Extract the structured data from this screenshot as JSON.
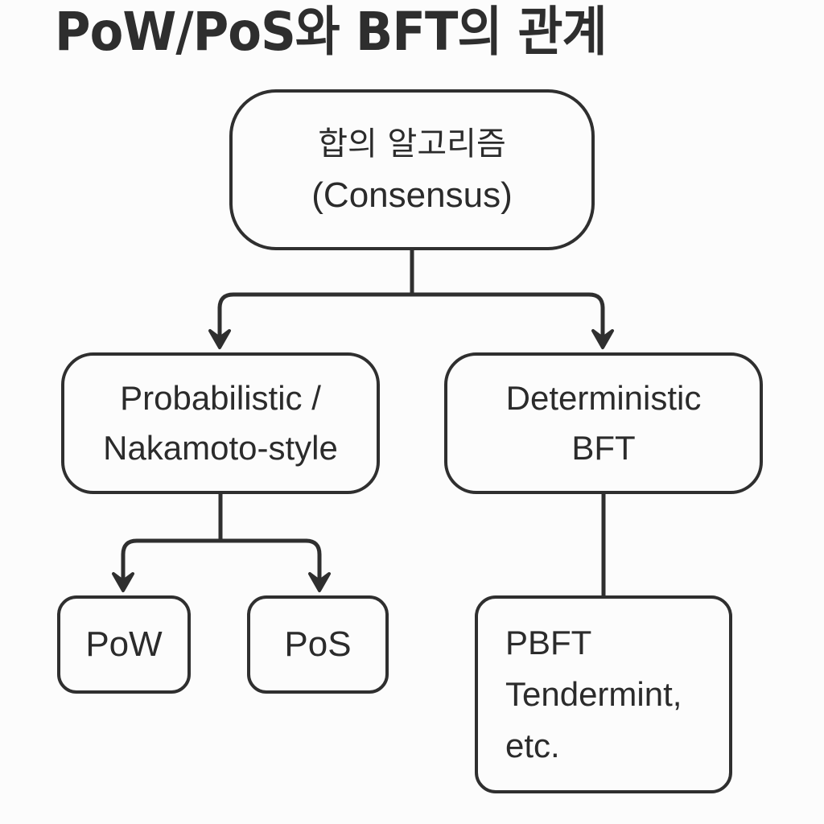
{
  "title": "PoW/PoS와 BFT의 관계",
  "nodes": {
    "root": {
      "line1": "합의 알고리즘",
      "line2": "(Consensus)"
    },
    "probabilistic": {
      "line1": "Probabilistic /",
      "line2": "Nakamoto-style"
    },
    "deterministic": {
      "line1": "Deterministic",
      "line2": "BFT"
    },
    "pow": {
      "label": "PoW"
    },
    "pos": {
      "label": "PoS"
    },
    "bft_examples": {
      "line1": "PBFT",
      "line2": "Tendermint,",
      "line3": "etc."
    }
  },
  "edges": [
    {
      "from": "root",
      "to": "probabilistic",
      "arrow": true
    },
    {
      "from": "root",
      "to": "deterministic",
      "arrow": true
    },
    {
      "from": "probabilistic",
      "to": "pow",
      "arrow": true
    },
    {
      "from": "probabilistic",
      "to": "pos",
      "arrow": true
    },
    {
      "from": "deterministic",
      "to": "bft_examples",
      "arrow": false
    }
  ],
  "colors": {
    "stroke": "#2f2f2f",
    "background": "#fcfcfc",
    "text": "#2b2b2b"
  }
}
